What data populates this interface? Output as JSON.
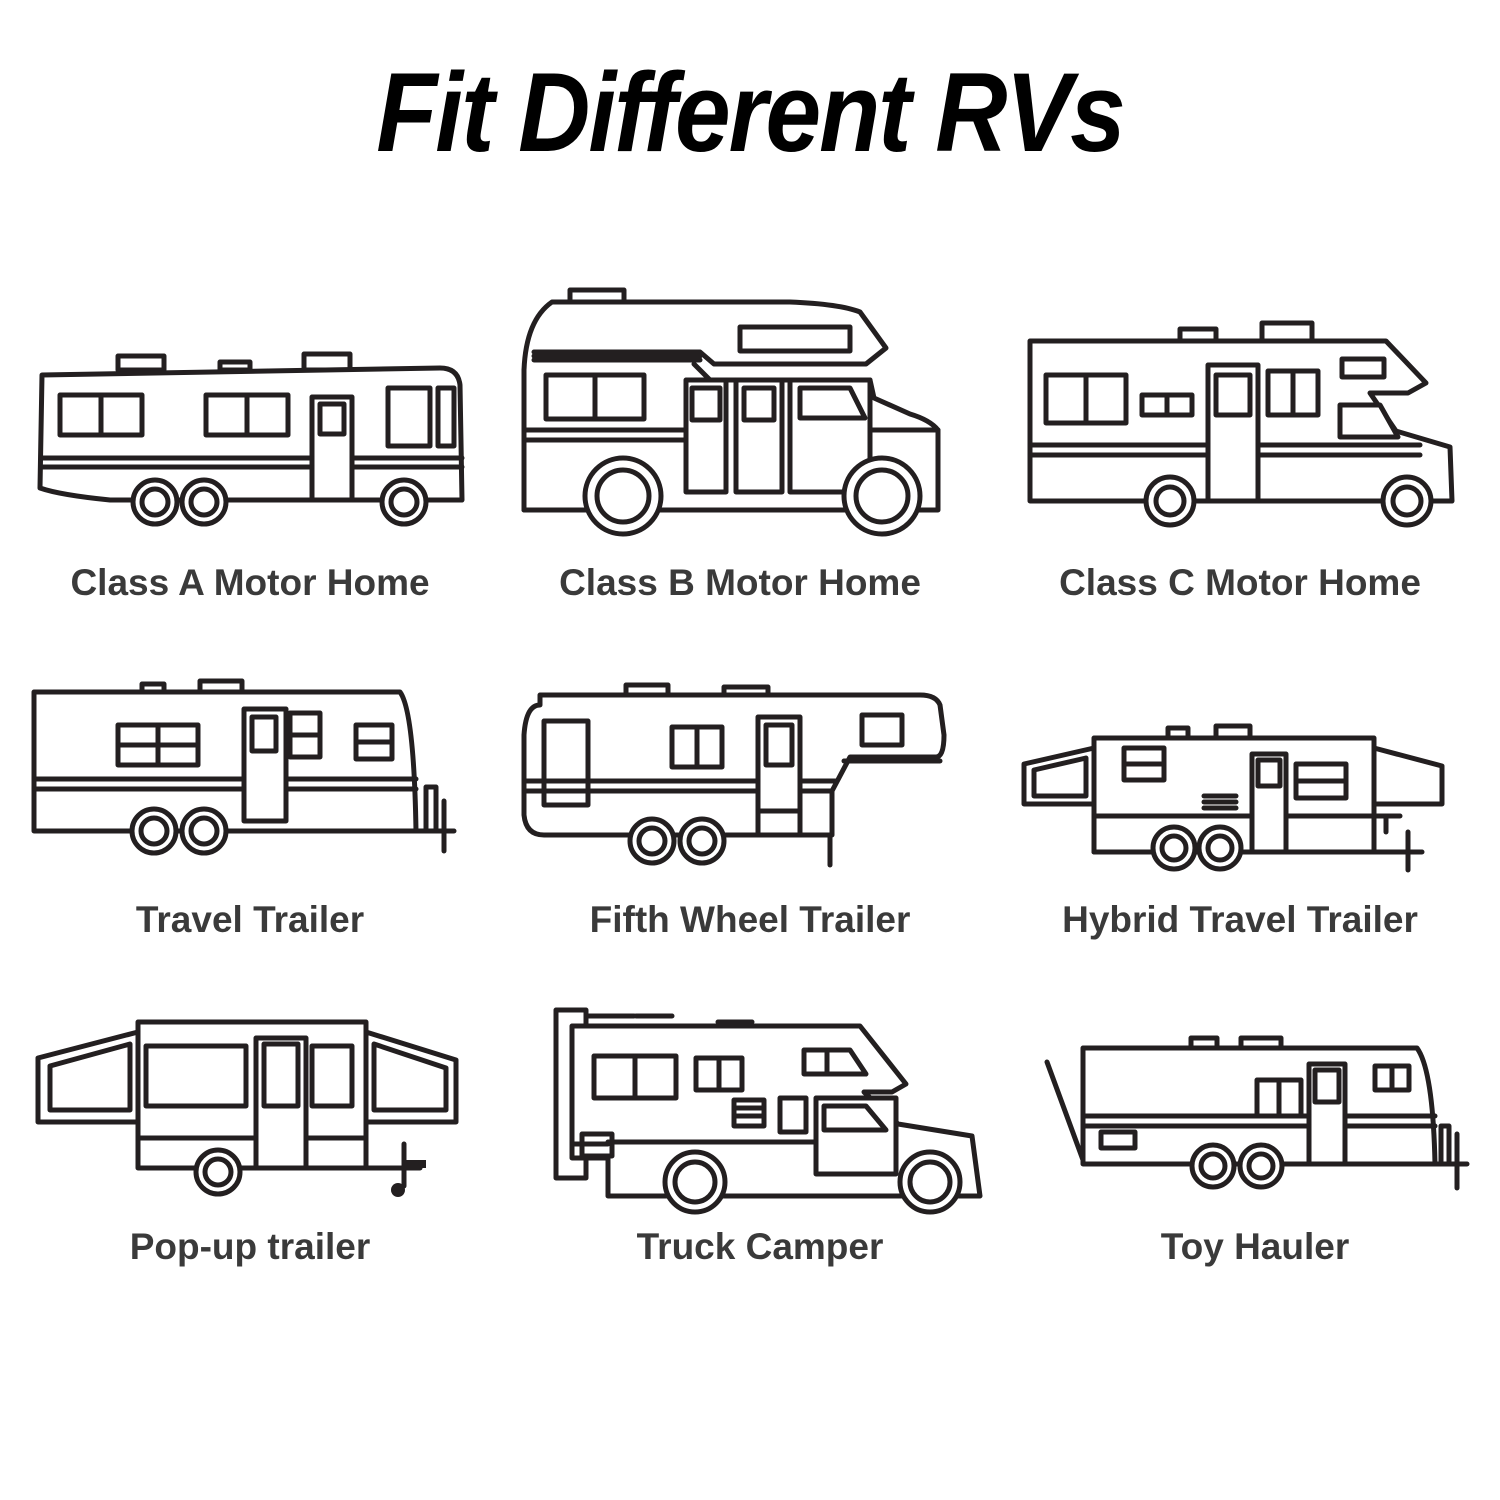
{
  "title": "Fit Different RVs",
  "rv_types": [
    {
      "label": "Class A Motor Home"
    },
    {
      "label": "Class B Motor Home"
    },
    {
      "label": "Class C Motor Home"
    },
    {
      "label": "Travel Trailer"
    },
    {
      "label": "Fifth Wheel Trailer"
    },
    {
      "label": "Hybrid Travel Trailer"
    },
    {
      "label": "Pop-up trailer"
    },
    {
      "label": "Truck Camper"
    },
    {
      "label": "Toy Hauler"
    }
  ]
}
